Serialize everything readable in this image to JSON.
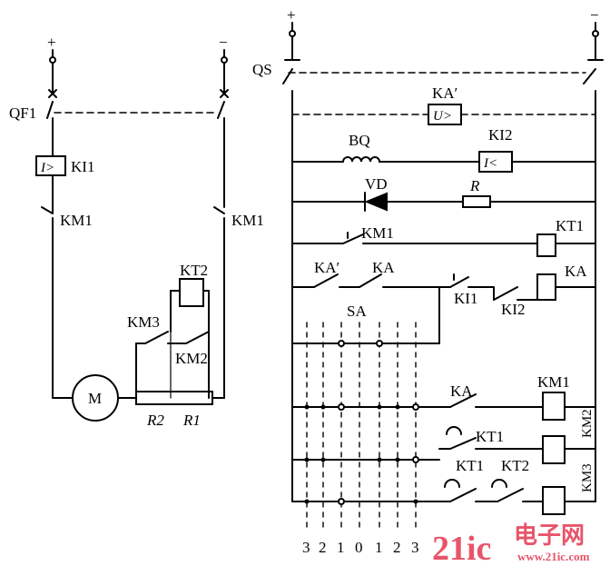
{
  "power": {
    "plus": "+",
    "minus": "−"
  },
  "left": {
    "qf1": "QF1",
    "ki1": "KI1",
    "ki1_symbol": "I>",
    "km1_a": "KM1",
    "km1_b": "KM1",
    "kt2": "KT2",
    "km3": "KM3",
    "km2": "KM2",
    "motor": "M",
    "r2": "R2",
    "r1": "R1"
  },
  "right": {
    "qs": "QS",
    "ka_prime_coil": "KA′",
    "ka_prime_symbol": "U>",
    "bq": "BQ",
    "ki2_coil": "KI2",
    "ki2_symbol": "I<",
    "vd": "VD",
    "r": "R",
    "km1_nc": "KM1",
    "kt1_coil": "KT1",
    "ka_prime_contact": "KA′",
    "ka_contact": "KA",
    "ki1_contact": "KI1",
    "ki2_contact": "KI2",
    "ka_coil": "KA",
    "sa": "SA",
    "ka_row": "KA",
    "km1_coil": "KM1",
    "km2_coil": "KM2",
    "kt1_row": "KT1",
    "kt1_row2": "KT1",
    "kt2_row": "KT2",
    "km3_coil": "KM3",
    "sa_positions": [
      "3",
      "2",
      "1",
      "0",
      "1",
      "2",
      "3"
    ]
  },
  "watermark": {
    "brand": "21ic",
    "cn": "电子网",
    "url": "www.21ic.com"
  },
  "colors": {
    "line": "#000000",
    "watermark": "#e8546a",
    "background": "#ffffff"
  }
}
